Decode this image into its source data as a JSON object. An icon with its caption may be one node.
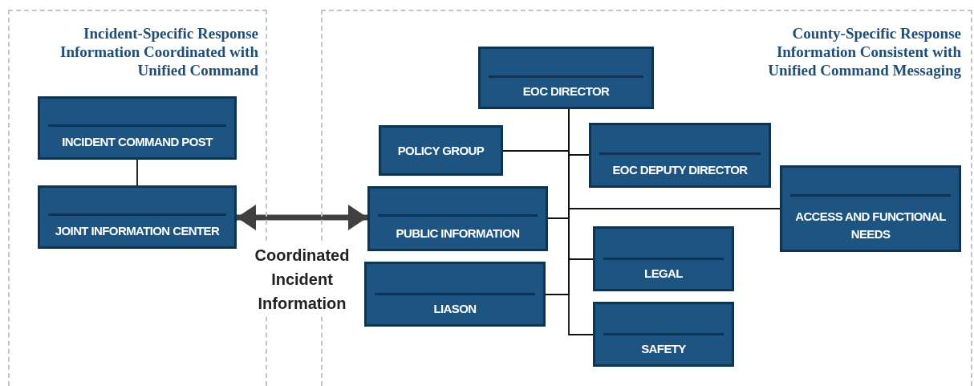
{
  "diagram": {
    "nodes": [
      {
        "text": [
          "Incident-Specific Response Information Coordinated with Unified Command"
        ]
      },
      {
        "text": [
          "INCIDENT COMMAND POST"
        ],
        "in": 0
      },
      {
        "text": [
          "JOINT INFORMATION CENTER"
        ],
        "in": 0
      },
      {
        "text": [
          "County-Specific Response Information Consistent with Unified Command Messaging"
        ]
      },
      {
        "text": [
          "EOC DIRECTOR"
        ],
        "in": 3
      },
      {
        "text": [
          "POLICY GROUP"
        ],
        "in": 3
      },
      {
        "text": [
          "EOC DEPUTY DIRECTOR"
        ],
        "in": 3
      },
      {
        "text": [
          "PUBLIC INFORMATION"
        ],
        "in": 3
      },
      {
        "text": [
          "ACCESS AND FUNCTIONAL NEEDS"
        ],
        "in": 3
      },
      {
        "text": [
          "LEGAL"
        ],
        "in": 3
      },
      {
        "text": [
          "LIASON"
        ],
        "in": 3
      },
      {
        "text": [
          "SAFETY"
        ],
        "in": 3
      }
    ],
    "edges": [
      {
        "from": 1,
        "to": 2,
        "arrow": "none"
      },
      {
        "from": 2,
        "to": 7,
        "arrow": "both",
        "label": "Coordinated Incident Information",
        "style": "thick",
        "color": "#404040"
      },
      {
        "from": 4,
        "to": 5,
        "arrow": "none"
      },
      {
        "from": 4,
        "to": 6,
        "arrow": "none"
      },
      {
        "from": 4,
        "to": 7,
        "arrow": "none"
      },
      {
        "from": 4,
        "to": 8,
        "arrow": "none"
      },
      {
        "from": 4,
        "to": 9,
        "arrow": "none"
      },
      {
        "from": 4,
        "to": 10,
        "arrow": "none"
      },
      {
        "from": 4,
        "to": 11,
        "arrow": "none"
      }
    ]
  }
}
